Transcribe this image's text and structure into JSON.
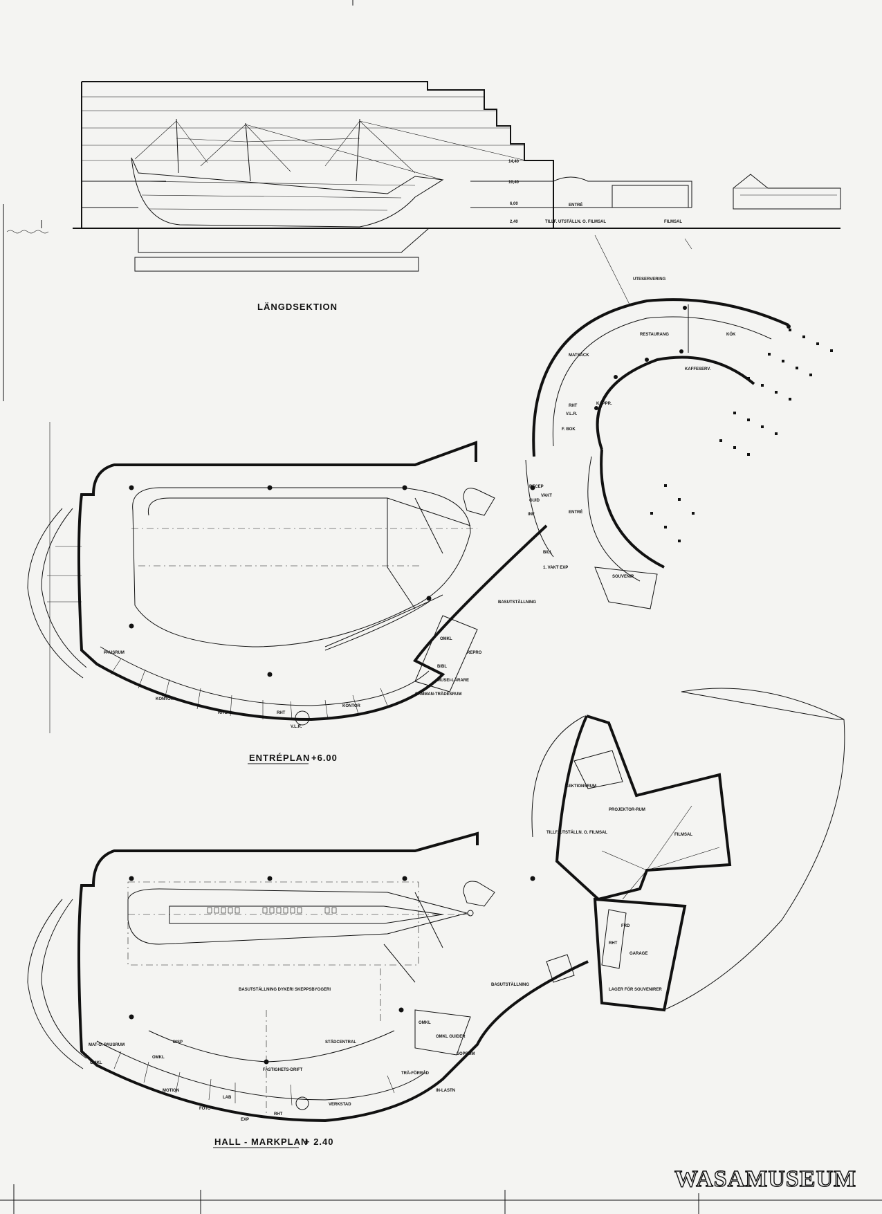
{
  "section": {
    "title": "LÄNGDSEKTION",
    "levels": [
      "14,40",
      "10,40",
      "6,00",
      "2,40"
    ],
    "labels": [
      "ENTRÉ",
      "TILLF. UTSTÄLLN. O. FILMSAL",
      "FILMSAL"
    ]
  },
  "entreplan": {
    "title": "ENTRÉPLAN",
    "level": "+6.00",
    "rooms": {
      "uteservering": "UTESERVERING",
      "restaurang": "RESTAURANG",
      "kok": "KÖK",
      "matsack": "MATSÄCK",
      "kafferv": "KAFFESERV.",
      "rht": "RHT",
      "vlr": "V.L.R.",
      "fbok": "F. BOK",
      "kapphr": "KAPPR.",
      "vakt": "VAKT",
      "recep": "RECEP",
      "guid": "GUID",
      "inf": "INF",
      "entre": "ENTRÉ",
      "bill": "BILL",
      "vaktexp": "1. VAKT EXP",
      "souvenir": "SOUVENIR",
      "basutstallning": "BASUTSTÄLLNING",
      "omkl": "OMKL",
      "repro": "REPRO",
      "bibl": "BIBL",
      "museilarare": "MUSEI-LÄRARE",
      "sammantrade": "SAMMAN-TRÄDESRUM",
      "pausrum": "PAUSRUM",
      "kontor1": "KONTOR",
      "ritsal": "RITSAL",
      "rht2": "RHT",
      "vlr2": "V.L.R.",
      "kontor2": "KONTOR"
    }
  },
  "hallplan": {
    "title": "HALL - MARKPLAN",
    "level": "+ 2.40",
    "rooms": {
      "lektionsrum": "LEKTIONSRUM",
      "projektorrum": "PROJEKTOR-RUM",
      "tillf": "TILLF. UTSTÄLLN. O. FILMSAL",
      "filmsal": "FILMSAL",
      "frd": "FRD",
      "rht": "RHT",
      "garage": "GARAGE",
      "lager": "LAGER FÖR SOUVENIRER",
      "basutstallning1": "BASUTSTÄLLNING",
      "basutstallning2": "BASUTSTÄLLNING DYKERI SKEPPSBYGGERI",
      "omkl1": "OMKL",
      "omkl2": "OMKL GUIDER",
      "sopprum": "SOPRUM",
      "mat": "MAT-O. PAUSRUM",
      "disp": "DISP",
      "stadcentral": "STÄDCENTRAL",
      "fastighet": "FASTIGHETS-DRIFT",
      "traforrad": "TRÄ-FÖRRÅD",
      "inlastn": "IN-LASTN",
      "omkl3": "OMKL",
      "omkl4": "OMKL",
      "motion": "MOTION",
      "lab": "LAB",
      "foto": "FOTO",
      "exp": "EXP",
      "rht2": "RHT",
      "verkstad": "VERKSTAD"
    }
  },
  "logo": "WASAMUSEUM",
  "colors": {
    "ink": "#111111",
    "paper": "#f4f4f2"
  }
}
